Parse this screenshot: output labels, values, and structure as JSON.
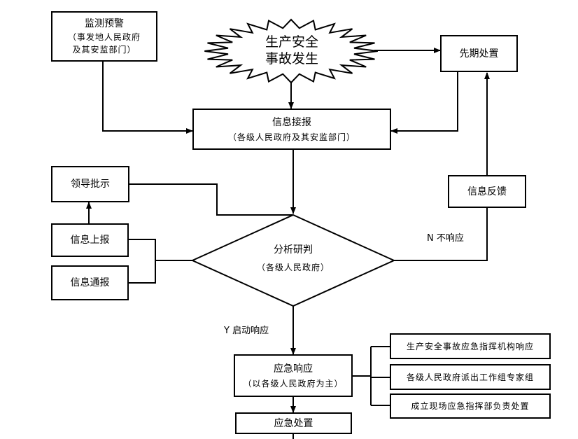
{
  "nodes": {
    "monitor": {
      "title": "监测预警",
      "sub1": "（事发地人民政府",
      "sub2": "及其安监部门）"
    },
    "accident": {
      "line1": "生产安全",
      "line2": "事故发生"
    },
    "early": {
      "title": "先期处置"
    },
    "report": {
      "title": "信息接报",
      "sub": "（各级人民政府及其安监部门）"
    },
    "leader": {
      "title": "领导批示"
    },
    "feedback": {
      "title": "信息反馈"
    },
    "upreport": {
      "title": "信息上报"
    },
    "notify": {
      "title": "信息通报"
    },
    "analyze": {
      "title": "分析研判",
      "sub": "（各级人民政府）"
    },
    "respond": {
      "title": "应急响应",
      "sub": "（以各级人民政府为主）"
    },
    "dispose": {
      "title": "应急处置"
    },
    "action1": {
      "title": "生产安全事故应急指挥机构响应"
    },
    "action2": {
      "title": "各级人民政府派出工作组专家组"
    },
    "action3": {
      "title": "成立现场应急指挥部负责处置"
    }
  },
  "edges": {
    "no_response": "N 不响应",
    "start_response": "Y 启动响应"
  }
}
